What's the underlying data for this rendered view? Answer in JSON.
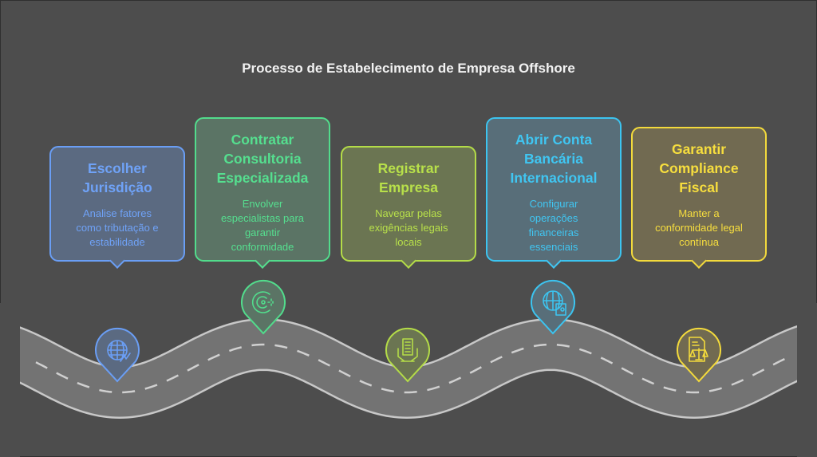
{
  "title": "Processo de Estabelecimento de Empresa Offshore",
  "colors": {
    "background": "#4d4d4d",
    "road": "#737373",
    "road_edge": "#c8c8c8",
    "step1": "#6a9ef5",
    "step2": "#52dc8c",
    "step3": "#b4dc48",
    "step4": "#3cc4f0",
    "step5": "#f3da3c"
  },
  "steps": [
    {
      "title": "Escolher\nJurisdição",
      "description": "Analise fatores\ncomo tributação e\nestabilidade",
      "icon": "globe-growth-icon"
    },
    {
      "title": "Contratar\nConsultoria\nEspecializada",
      "description": "Envolver\nespecialistas para\ngarantir\nconformidade",
      "icon": "consulting-icon"
    },
    {
      "title": "Registrar\nEmpresa",
      "description": "Navegar pelas\nexigências legais\nlocais",
      "icon": "document-hands-icon"
    },
    {
      "title": "Abrir Conta\nBancária\nInternacional",
      "description": "Configurar\noperações\nfinanceiras\nessenciais",
      "icon": "globe-wallet-icon"
    },
    {
      "title": "Garantir\nCompliance\nFiscal",
      "description": "Manter a\nconformidade legal\ncontínua",
      "icon": "document-scales-icon"
    }
  ]
}
